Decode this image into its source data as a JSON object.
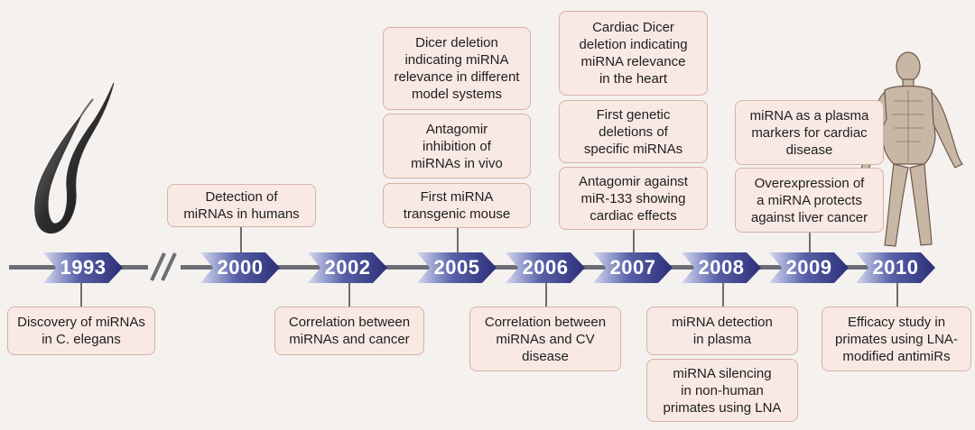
{
  "colors": {
    "arrow_gradient_start": "#d3d9f0",
    "arrow_gradient_mid": "#5860a8",
    "arrow_gradient_end": "#2c2f78",
    "box_fill": "#f8e9e4",
    "box_border": "#d7b2a6",
    "line": "#6b6e74"
  },
  "icons": {
    "worm": "c-elegans-illustration",
    "human": "human-anatomy-illustration",
    "break": "axis-break-icon"
  },
  "years": [
    {
      "label": "1993"
    },
    {
      "label": "2000"
    },
    {
      "label": "2002"
    },
    {
      "label": "2005"
    },
    {
      "label": "2006"
    },
    {
      "label": "2007"
    },
    {
      "label": "2008"
    },
    {
      "label": "2009"
    },
    {
      "label": "2010"
    }
  ],
  "events": [
    {
      "text": "Discovery of miRNAs\nin C. elegans"
    },
    {
      "text": "Detection of\nmiRNAs in humans"
    },
    {
      "text": "Correlation between\nmiRNAs and cancer"
    },
    {
      "text": "Dicer deletion\nindicating miRNA\nrelevance in different\nmodel systems"
    },
    {
      "text": "Antagomir\ninhibition of\nmiRNAs in vivo"
    },
    {
      "text": "First miRNA\ntransgenic mouse"
    },
    {
      "text": "Correlation between\nmiRNAs and CV\ndisease"
    },
    {
      "text": "Cardiac Dicer\ndeletion indicating\nmiRNA relevance\nin the heart"
    },
    {
      "text": "First genetic\ndeletions of\nspecific miRNAs"
    },
    {
      "text": "Antagomir against\nmiR-133 showing\ncardiac effects"
    },
    {
      "text": "miRNA detection\nin plasma"
    },
    {
      "text": "miRNA silencing\nin non-human\nprimates using LNA"
    },
    {
      "text": "miRNA as a plasma\nmarkers for cardiac\ndisease"
    },
    {
      "text": "Overexpression of\na miRNA protects\nagainst liver cancer"
    },
    {
      "text": "Efficacy study in\nprimates using LNA-\nmodified antimiRs"
    }
  ]
}
